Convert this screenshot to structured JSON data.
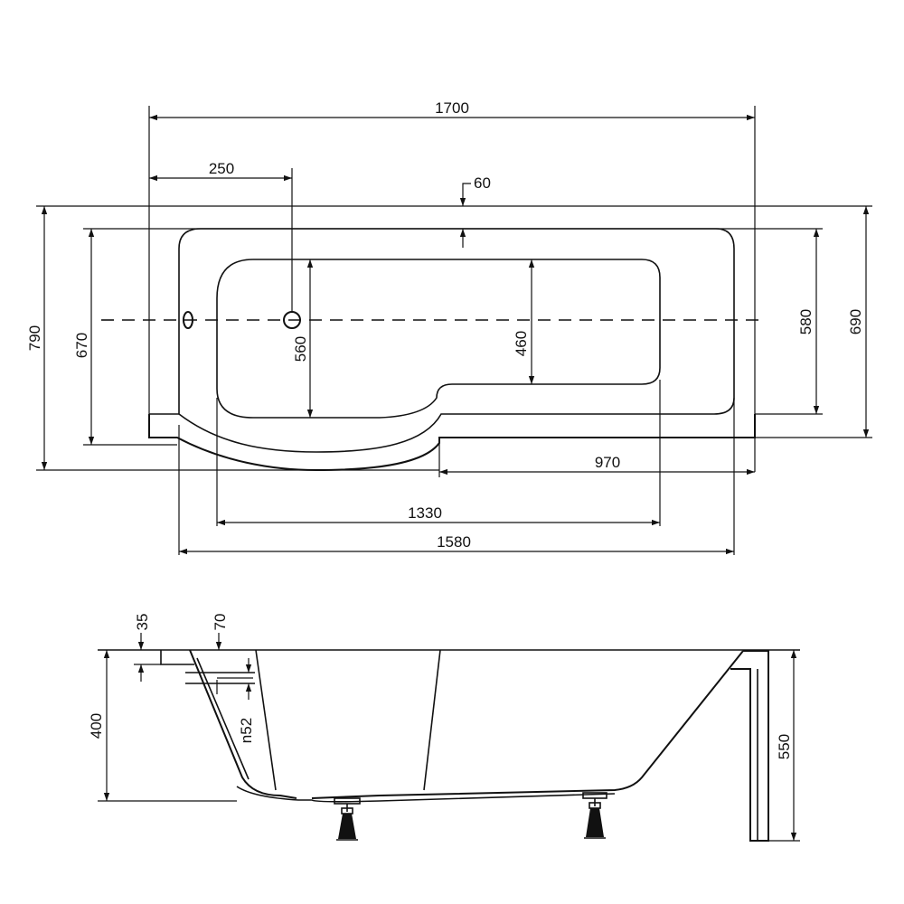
{
  "top_view": {
    "dims": {
      "overall_length": "1700",
      "drain_offset": "250",
      "rim_width": "60",
      "overall_width": "790",
      "inner_width_left": "670",
      "basin_width_left": "560",
      "basin_width_right": "460",
      "inner_width_right": "580",
      "overall_width_right": "690",
      "narrow_section_length": "970",
      "basin_length": "1330",
      "inner_length": "1580"
    }
  },
  "side_view": {
    "dims": {
      "rim_thickness": "35",
      "overflow_height": "70",
      "overflow_diameter": "n52",
      "basin_depth": "400",
      "total_height": "550"
    }
  }
}
